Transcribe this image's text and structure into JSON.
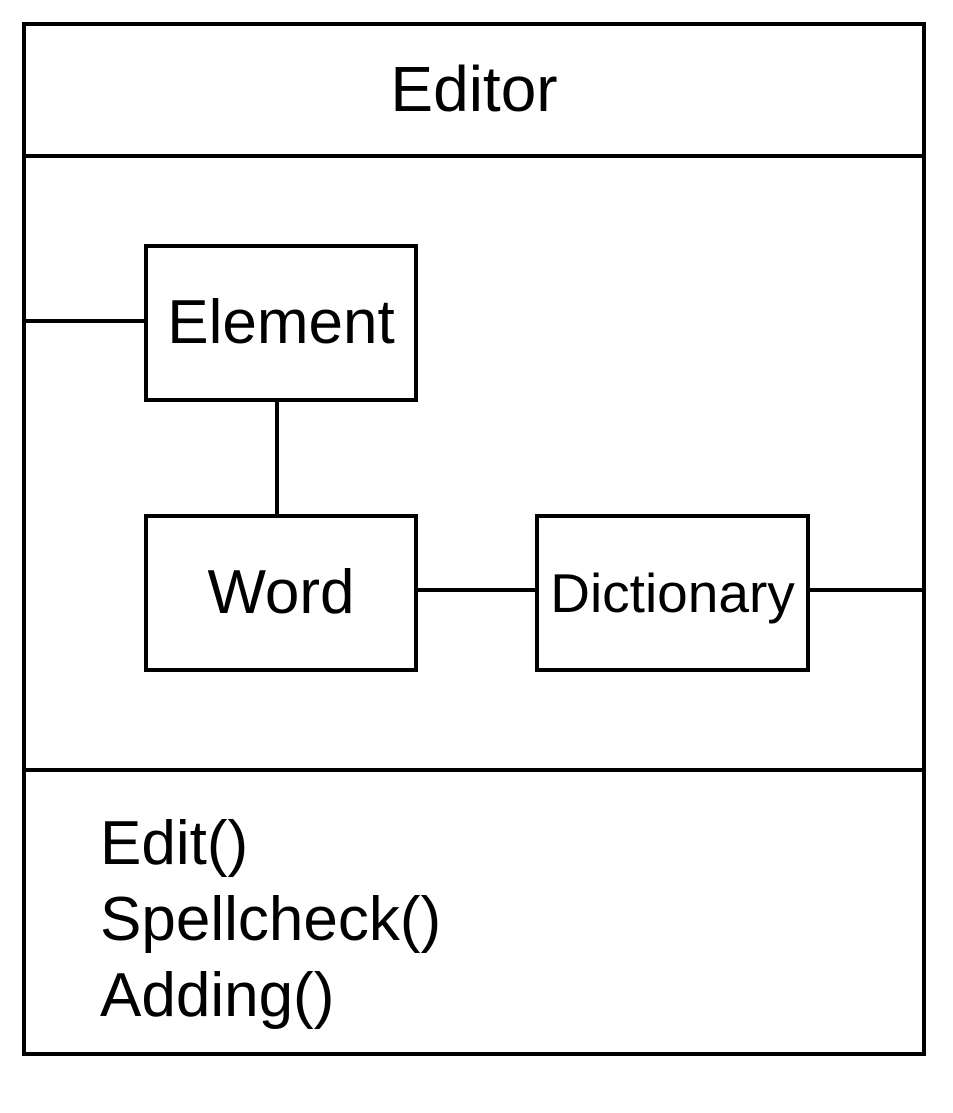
{
  "editor_class": {
    "name": "Editor",
    "components": {
      "element": "Element",
      "word": "Word",
      "dictionary": "Dictionary"
    },
    "methods": [
      "Edit()",
      "Spellcheck()",
      "Adding()"
    ]
  }
}
